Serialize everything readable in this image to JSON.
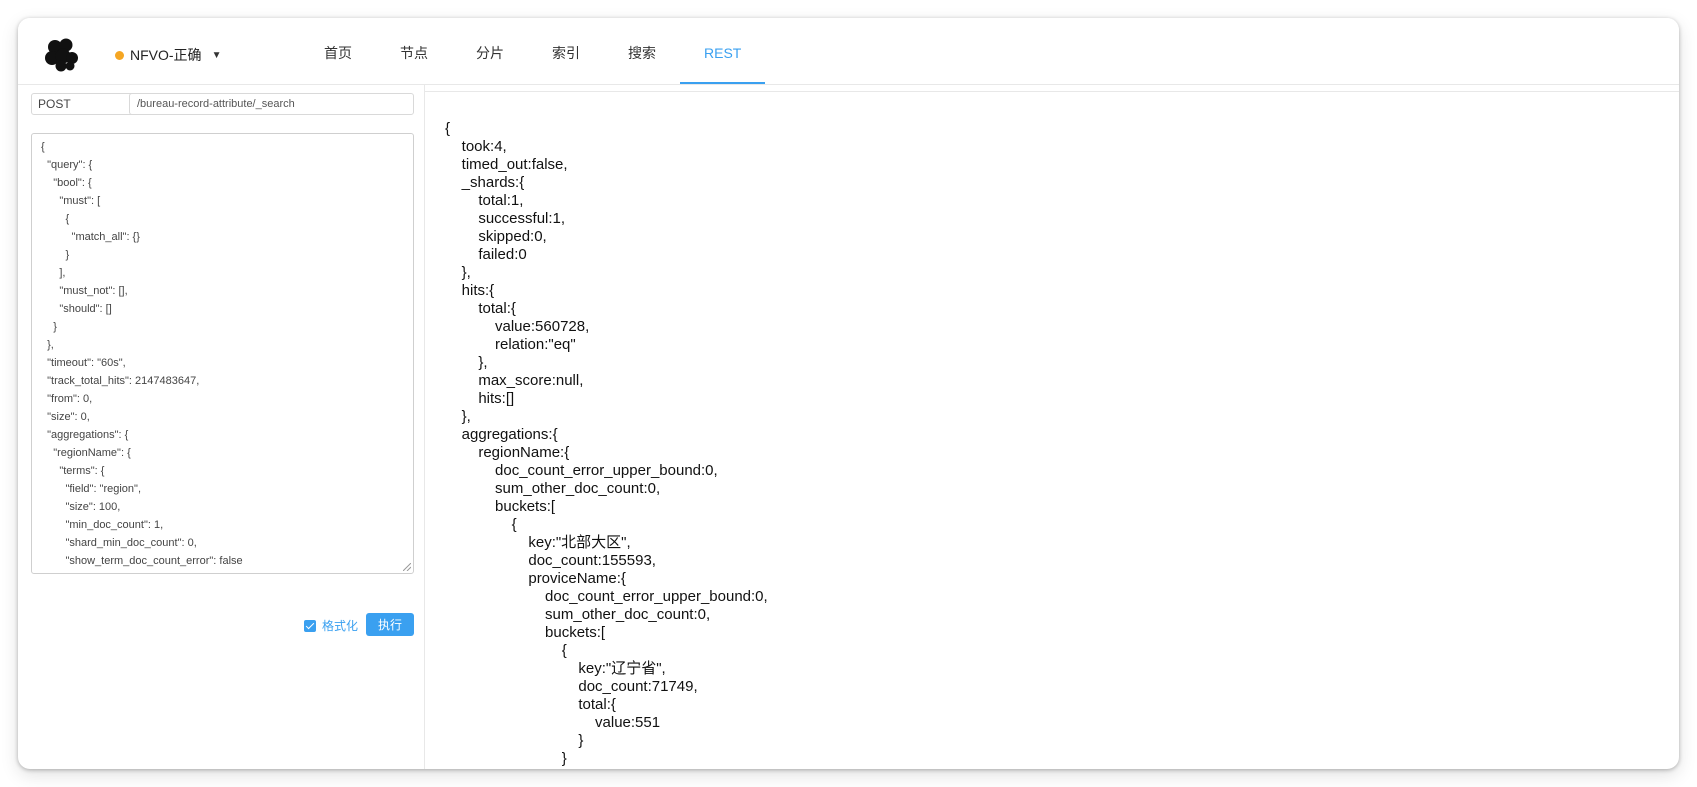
{
  "cluster": {
    "name": "NFVO-正确",
    "status_color": "#f5a623"
  },
  "nav": {
    "tabs": [
      {
        "label": "首页"
      },
      {
        "label": "节点"
      },
      {
        "label": "分片"
      },
      {
        "label": "索引"
      },
      {
        "label": "搜索"
      },
      {
        "label": "REST"
      }
    ],
    "active": "REST",
    "active_color": "#3aa0f0"
  },
  "request": {
    "method": "POST",
    "path": "/bureau-record-attribute/_search",
    "body": "{\n  \"query\": {\n    \"bool\": {\n      \"must\": [\n        {\n          \"match_all\": {}\n        }\n      ],\n      \"must_not\": [],\n      \"should\": []\n    }\n  },\n  \"timeout\": \"60s\",\n  \"track_total_hits\": 2147483647,\n  \"from\": 0,\n  \"size\": 0,\n  \"aggregations\": {\n    \"regionName\": {\n      \"terms\": {\n        \"field\": \"region\",\n        \"size\": 100,\n        \"min_doc_count\": 1,\n        \"shard_min_doc_count\": 0,\n        \"show_term_doc_count_error\": false",
    "format_label": "格式化",
    "format_checked": true,
    "execute_label": "执行"
  },
  "response": {
    "text": "{\n    took:4,\n    timed_out:false,\n    _shards:{\n        total:1,\n        successful:1,\n        skipped:0,\n        failed:0\n    },\n    hits:{\n        total:{\n            value:560728,\n            relation:\"eq\"\n        },\n        max_score:null,\n        hits:[]\n    },\n    aggregations:{\n        regionName:{\n            doc_count_error_upper_bound:0,\n            sum_other_doc_count:0,\n            buckets:[\n                {\n                    key:\"北部大区\",\n                    doc_count:155593,\n                    proviceName:{\n                        doc_count_error_upper_bound:0,\n                        sum_other_doc_count:0,\n                        buckets:[\n                            {\n                                key:\"辽宁省\",\n                                doc_count:71749,\n                                total:{\n                                    value:551\n                                }\n                            }"
  },
  "icons": {
    "logo": "cluster-logo-icon",
    "cluster_caret": "caret-down-icon",
    "method_caret": "chevron-down-icon",
    "checkbox": "checkbox-checked-icon",
    "resize": "resize-handle-icon"
  }
}
